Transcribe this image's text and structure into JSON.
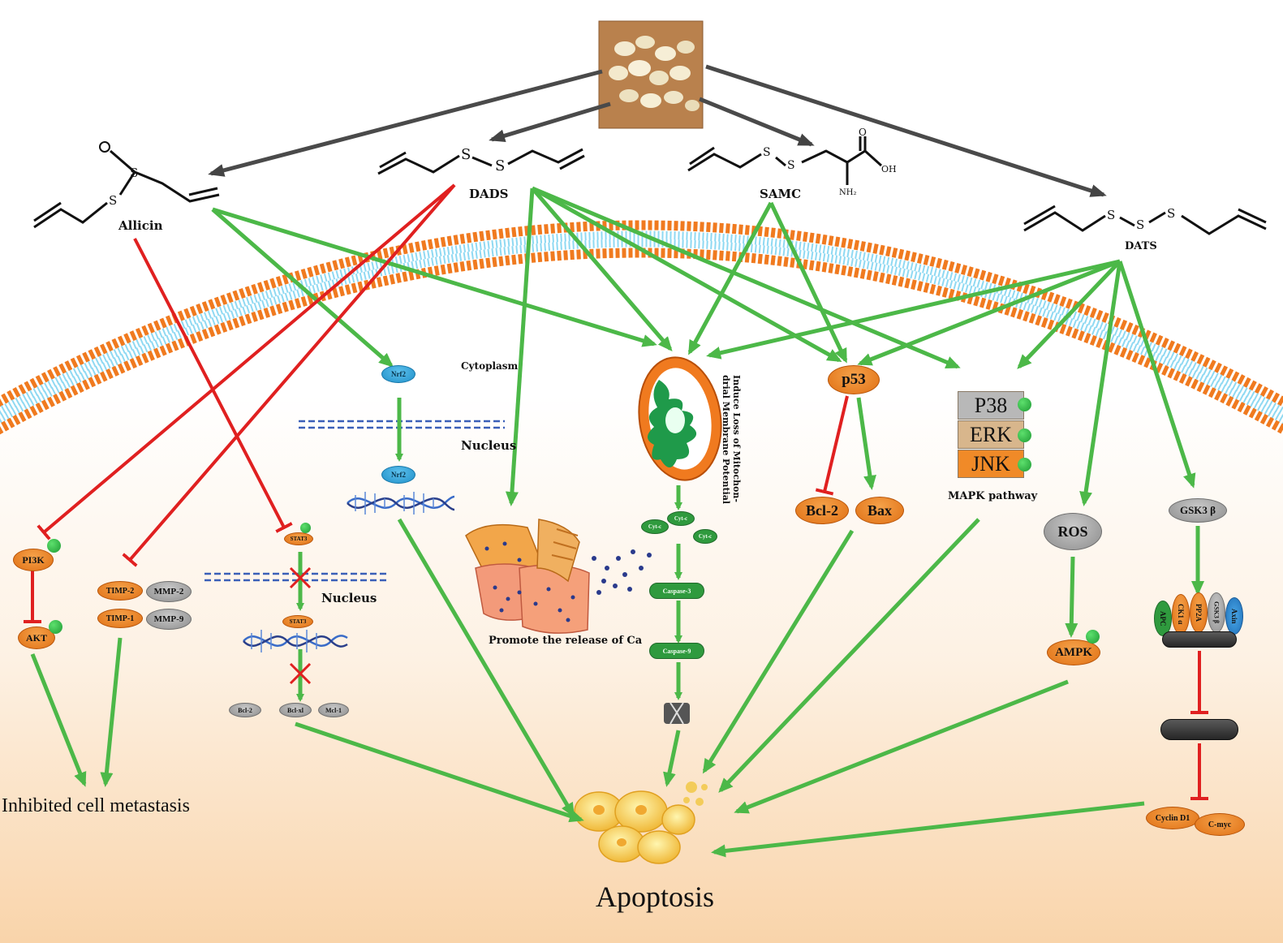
{
  "compounds": {
    "allicin": "Allicin",
    "dads": "DADS",
    "samc": "SAMC",
    "dats": "DATS",
    "samc_oh": "OH",
    "samc_o": "O",
    "samc_nh2": "NH₂",
    "s": "S"
  },
  "compartments": {
    "cytoplasm": "Cytoplasm",
    "nucleus_a": "Nucleus",
    "nucleus_b": "Nucleus"
  },
  "nodes": {
    "pi3k": "PI3K",
    "akt": "AKT",
    "timp2": "TIMP-2",
    "mmp2": "MMP-2",
    "timp1": "TIMP-1",
    "mmp9": "MMP-9",
    "stat3_top": "STAT3",
    "stat3_mid": "STAT3",
    "bcl2_small": "Bcl-2",
    "bclxl": "Bcl-xl",
    "mcl1": "Mcl-1",
    "nrf2_top": "Nrf2",
    "nrf2_mid": "Nrf2",
    "cytc_1": "Cyt-c",
    "cytc_2": "Cyt-c",
    "cytc_3": "Cyt-c",
    "caspase3": "Caspase-3",
    "caspase9": "Caspase-9",
    "p53": "p53",
    "bcl2": "Bcl-2",
    "bax": "Bax",
    "p38": "P38",
    "erk": "ERK",
    "jnk": "JNK",
    "ros": "ROS",
    "ampk": "AMPK",
    "gsk3b": "GSK3 β",
    "apc": "APC",
    "ck1a": "CK1 α",
    "pp2a": "PP2A",
    "gsk3b_small": "GSK3 β",
    "axin": "Axin",
    "cyclin_d1": "Cyclin D1",
    "cmyc": "C-myc"
  },
  "labels": {
    "mito_caption": "Induce Loss of Mitochon-drial Membrane Potential",
    "mapk_pathway": "MAPK pathway",
    "promote_ca": "Promote the release of Ca",
    "inhibited_metastasis": "Inhibited cell metastasis",
    "apoptosis": "Apoptosis"
  },
  "colors": {
    "activation": "#4cb848",
    "inhibition": "#e02020",
    "source_arrow": "#4a4a4a",
    "membrane_orange": "#f07a1f",
    "membrane_blue": "#7fd3ee",
    "background_bottom": "#fbd9b3"
  }
}
